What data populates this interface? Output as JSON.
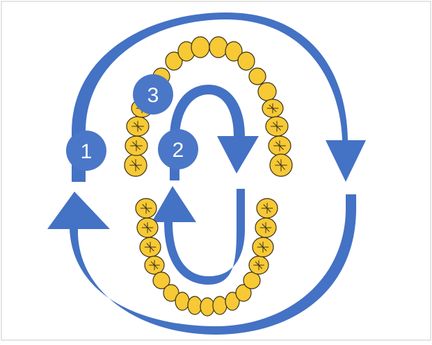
{
  "badges": [
    {
      "id": "1",
      "label": "1"
    },
    {
      "id": "2",
      "label": "2"
    },
    {
      "id": "3",
      "label": "3"
    }
  ],
  "colors": {
    "arrow_blue": "#4472c4",
    "badge_blue": "#4a77c7",
    "tooth_yellow": "#f6c935",
    "tooth_outline": "#3a2f18",
    "frame": "#c9c9c9"
  },
  "icons": {
    "arch_upper": "upper-dental-arch-icon",
    "arch_lower": "lower-dental-arch-icon",
    "arrow_outer": "circular-arrow-icon",
    "arrow_inner": "circular-arrow-icon"
  }
}
